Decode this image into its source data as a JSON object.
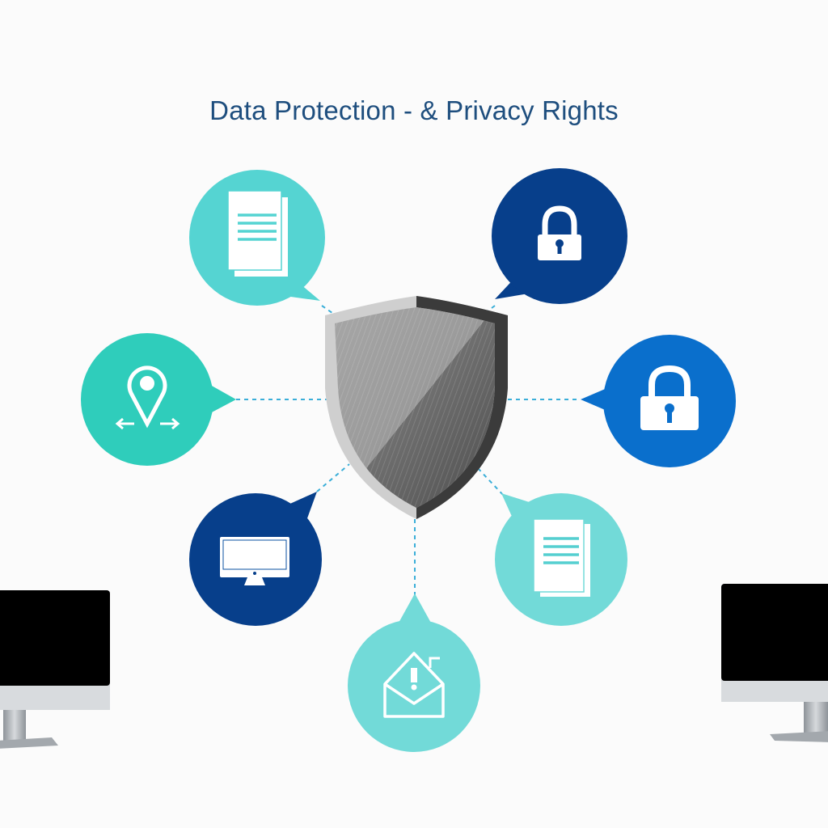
{
  "page": {
    "title": "Data Protection - & Privacy Rights"
  },
  "colors": {
    "teal": "#55d4d2",
    "aqua": "#2fcdbb",
    "light_teal": "#72dad8",
    "navy": "#073f8b",
    "blue": "#0a6fcc",
    "connector": "#3aaed8",
    "title": "#1e4e7e",
    "shield_light": "#a0a0a0",
    "shield_dark": "#3b3b3b",
    "monitor_screen": "#000000",
    "monitor_stand": "#b9bdc2"
  },
  "diagram": {
    "center": {
      "icon": "shield-icon"
    },
    "nodes": [
      {
        "id": "document-top-left",
        "icon": "document-icon",
        "color": "teal"
      },
      {
        "id": "lock-top-right",
        "icon": "padlock-icon",
        "color": "navy"
      },
      {
        "id": "location-left",
        "icon": "location-pin-icon",
        "color": "aqua"
      },
      {
        "id": "lock-right",
        "icon": "padlock-icon",
        "color": "blue"
      },
      {
        "id": "monitor-bottom-left",
        "icon": "monitor-icon",
        "color": "navy"
      },
      {
        "id": "document-bottom-right",
        "icon": "document-icon",
        "color": "light_teal"
      },
      {
        "id": "envelope-bottom",
        "icon": "open-envelope-icon",
        "color": "light_teal"
      }
    ]
  },
  "decor": {
    "monitors": [
      {
        "id": "left",
        "icon": "desktop-monitor-icon"
      },
      {
        "id": "right",
        "icon": "desktop-monitor-icon"
      }
    ]
  }
}
